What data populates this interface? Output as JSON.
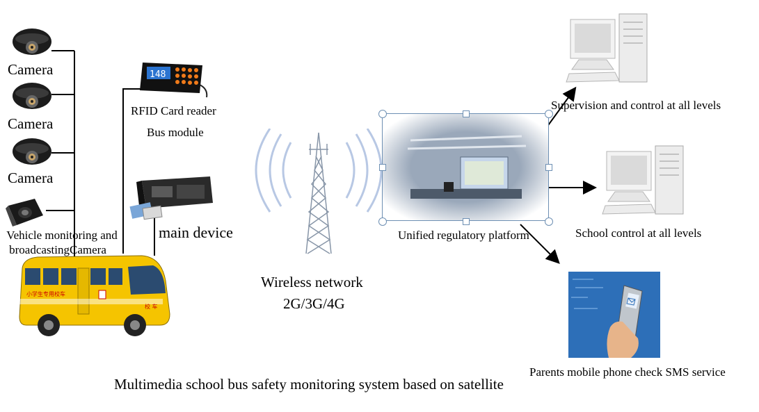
{
  "cameras": [
    {
      "label": "Camera"
    },
    {
      "label": "Camera"
    },
    {
      "label": "Camera"
    }
  ],
  "vehicle_camera": {
    "label_line1": "Vehicle monitoring and",
    "label_line2": "broadcastingCamera"
  },
  "rfid": {
    "label_line1": "RFID Card reader",
    "label_line2": "Bus module",
    "display_value": "148"
  },
  "main_device": {
    "label": "main device"
  },
  "wireless": {
    "label_line1": "Wireless network",
    "label_line2": "2G/3G/4G"
  },
  "platform": {
    "label": "Unified regulatory platform"
  },
  "supervision": {
    "label": "Supervision and control at all levels"
  },
  "school": {
    "label": "School control at all levels"
  },
  "parents": {
    "label": "Parents mobile phone check SMS service"
  },
  "bus": {
    "side_text": "小学生专用校车",
    "front_text": "校 车"
  },
  "caption": "Multimedia school bus safety monitoring system based on satellite",
  "colors": {
    "bus_yellow": "#f5c400",
    "phone_bg": "#2d6fb8",
    "line": "#000000",
    "handle": "#6d8fb3"
  }
}
